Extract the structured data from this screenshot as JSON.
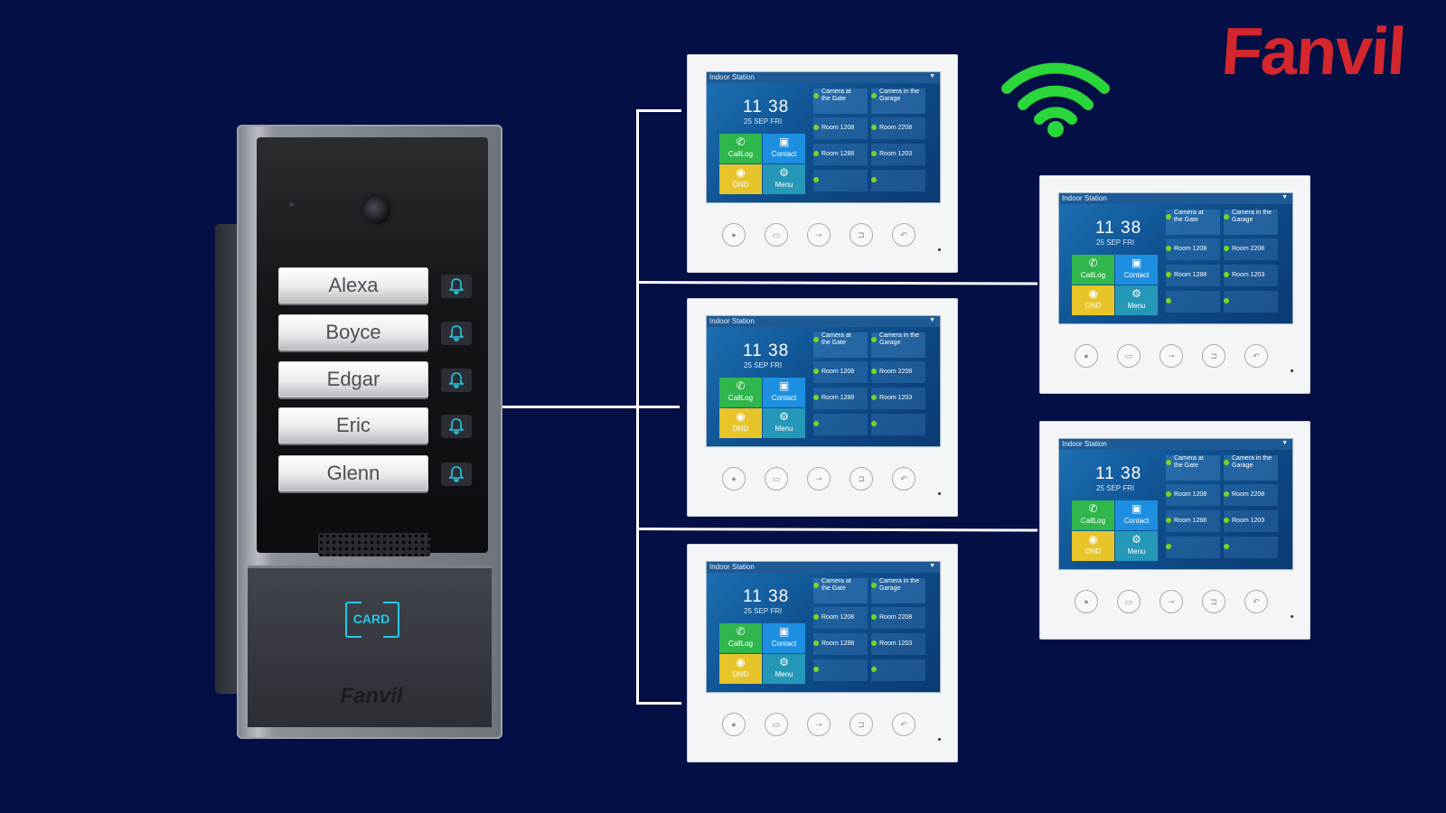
{
  "brand": {
    "name": "Fanvil",
    "wifi_icon": "wifi-icon",
    "color": "#d4262d"
  },
  "door_station": {
    "names": [
      "Alexa",
      "Boyce",
      "Edgar",
      "Eric",
      "Glenn"
    ],
    "bell_icon": "bell-icon",
    "card_label": "CARD",
    "logo": "Fanvil"
  },
  "indoor_monitor": {
    "title": "Indoor Station",
    "time": "11 38",
    "date": "25 SEP FRI",
    "tiles": {
      "calllog": "CallLog",
      "contact": "Contact",
      "dnd": "DND",
      "menu": "Menu"
    },
    "cameras": [
      "Camera at the Gate",
      "Camera in the Garage"
    ],
    "rooms": [
      "Room 1208",
      "Room 2208",
      "Room 1288",
      "Room 1203"
    ],
    "hard_buttons": [
      "person-icon",
      "camera-icon",
      "key-icon",
      "message-icon",
      "return-icon"
    ]
  },
  "colors": {
    "background": "#040f45",
    "accent_cyan": "#27c7e6",
    "brand_red": "#d4262d"
  }
}
